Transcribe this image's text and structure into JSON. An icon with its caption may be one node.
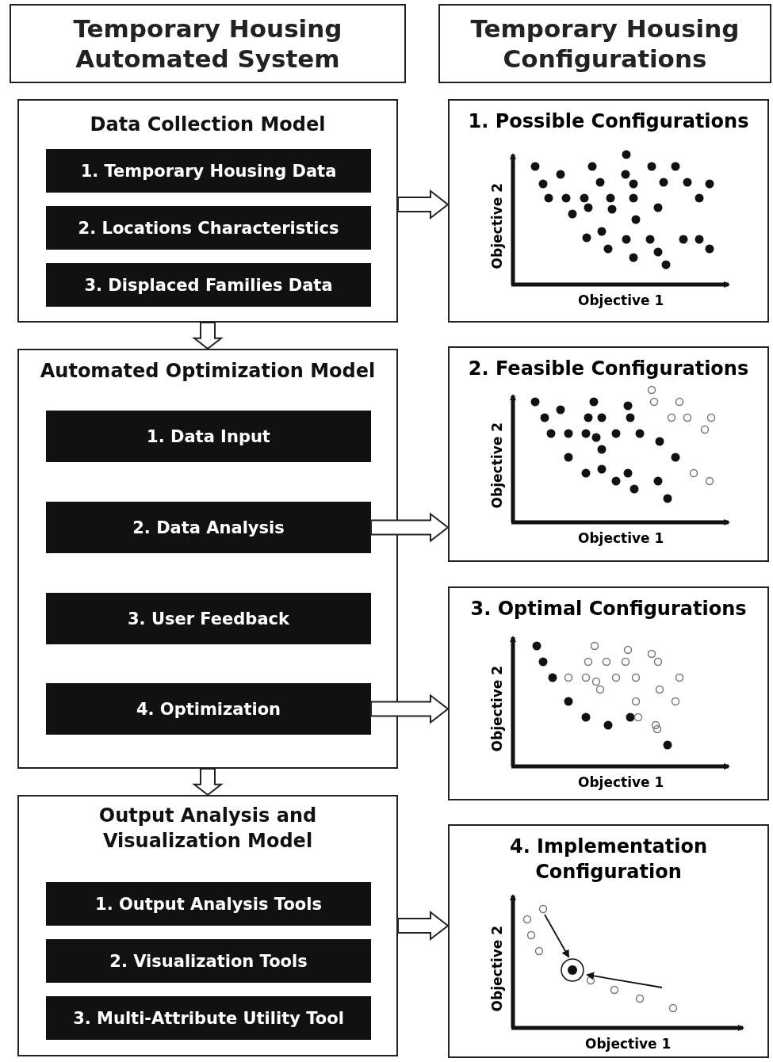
{
  "diagram": {
    "nodes": [
      {
        "text": [
          "Temporary Housing Automated System"
        ]
      },
      {
        "text": [
          "Temporary Housing Configurations"
        ]
      },
      {
        "text": [
          "Data Collection Model"
        ]
      },
      {
        "text": [
          "1. Temporary Housing Data"
        ],
        "in": 2
      },
      {
        "text": [
          "2. Locations Characteristics"
        ],
        "in": 2
      },
      {
        "text": [
          "3. Displaced Families Data"
        ],
        "in": 2
      },
      {
        "text": [
          "1. Possible Configurations",
          "Objective 2",
          "Objective 1"
        ]
      },
      {
        "text": [
          "Automated Optimization Model"
        ]
      },
      {
        "text": [
          "1. Data Input"
        ],
        "in": 7
      },
      {
        "text": [
          "2. Data Analysis"
        ],
        "in": 7
      },
      {
        "text": [
          "3. User Feedback"
        ],
        "in": 7
      },
      {
        "text": [
          "4. Optimization"
        ],
        "in": 7
      },
      {
        "text": [
          "2. Feasible Configurations",
          "Objective 2",
          "Objective 1"
        ]
      },
      {
        "text": [
          "3. Optimal Configurations",
          "Objective 2",
          "Objective 1"
        ]
      },
      {
        "text": [
          "Output Analysis and Visualization Model"
        ]
      },
      {
        "text": [
          "1. Output Analysis Tools"
        ],
        "in": 14
      },
      {
        "text": [
          "2. Visualization Tools"
        ],
        "in": 14
      },
      {
        "text": [
          "3. Multi-Attribute Utility Tool"
        ],
        "in": 14
      },
      {
        "text": [
          "4. Implementation Configuration",
          "Objective 2",
          "Objective 1"
        ]
      }
    ],
    "edges": [
      {
        "from": 2,
        "to": 6,
        "arrow": "to"
      },
      {
        "from": 2,
        "to": 7,
        "arrow": "to"
      },
      {
        "from": 9,
        "to": 12,
        "arrow": "to"
      },
      {
        "from": 11,
        "to": 13,
        "arrow": "to"
      },
      {
        "from": 7,
        "to": 14,
        "arrow": "to"
      },
      {
        "from": 14,
        "to": 18,
        "arrow": "to"
      }
    ]
  }
}
